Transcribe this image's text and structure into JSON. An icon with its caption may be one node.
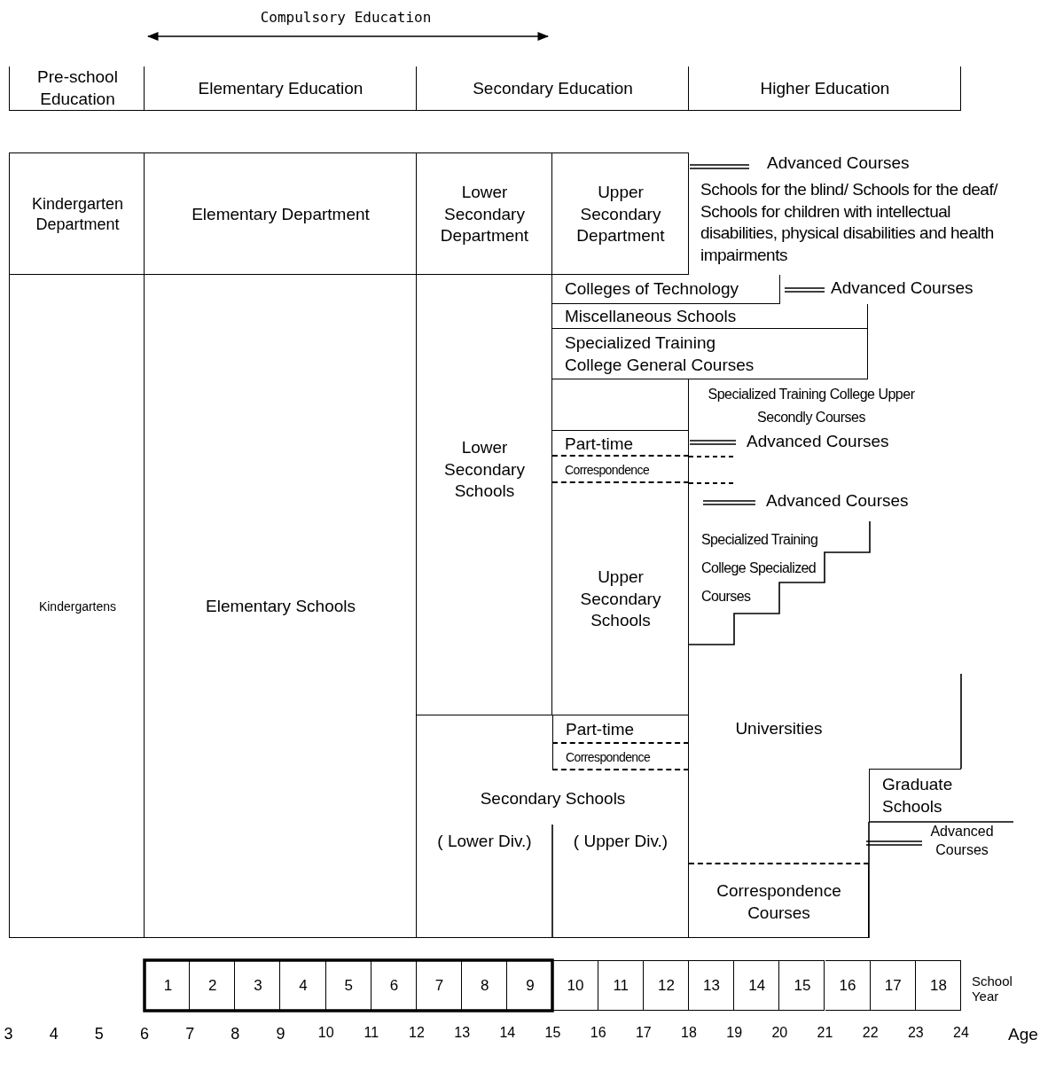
{
  "diagram": {
    "nodes": [
      {
        "text": [
          "Pre-school Education"
        ]
      },
      {
        "text": [
          "Elementary Education"
        ]
      },
      {
        "text": [
          "Secondary Education"
        ]
      },
      {
        "text": [
          "Higher Education"
        ]
      },
      {
        "text": [
          "Kindergarten Department"
        ]
      },
      {
        "text": [
          "Elementary Department"
        ]
      },
      {
        "text": [
          "Lower Secondary Department"
        ]
      },
      {
        "text": [
          "Upper Secondary Department"
        ]
      },
      {
        "text": [
          "Kindergartens"
        ]
      },
      {
        "text": [
          "Elementary Schools"
        ]
      },
      {
        "text": [
          "Lower Secondary Schools"
        ]
      },
      {
        "text": [
          "Colleges of Technology"
        ]
      },
      {
        "text": [
          "Miscellaneous Schools"
        ]
      },
      {
        "text": [
          "Specialized Training College General Courses"
        ]
      },
      {
        "text": [
          "Upper Secondary Schools"
        ]
      },
      {
        "text": [
          "Part-time"
        ],
        "in": 14
      },
      {
        "text": [
          "Correspondence"
        ],
        "in": 14
      },
      {
        "text": [
          "Specialized Training College Specialized Courses"
        ]
      },
      {
        "text": [
          "Universities"
        ]
      },
      {
        "text": [
          "Secondary Schools",
          "( Lower Div.)",
          "( Upper Div.)"
        ]
      },
      {
        "text": [
          "Part-time"
        ],
        "in": 19
      },
      {
        "text": [
          "Correspondence"
        ],
        "in": 19
      },
      {
        "text": [
          "Graduate Schools"
        ]
      },
      {
        "text": [
          "Correspondence Courses"
        ]
      },
      {
        "text": [
          "1"
        ]
      },
      {
        "text": [
          "2"
        ]
      },
      {
        "text": [
          "3"
        ]
      },
      {
        "text": [
          "4"
        ]
      },
      {
        "text": [
          "5"
        ]
      },
      {
        "text": [
          "6"
        ]
      },
      {
        "text": [
          "7"
        ]
      },
      {
        "text": [
          "8"
        ]
      },
      {
        "text": [
          "9"
        ]
      },
      {
        "text": [
          "10"
        ]
      },
      {
        "text": [
          "11"
        ]
      },
      {
        "text": [
          "12"
        ]
      },
      {
        "text": [
          "13"
        ]
      },
      {
        "text": [
          "14"
        ]
      },
      {
        "text": [
          "15"
        ]
      },
      {
        "text": [
          "16"
        ]
      },
      {
        "text": [
          "17"
        ]
      },
      {
        "text": [
          "18"
        ],
        "beside": [
          "School Year"
        ]
      }
    ],
    "labels": [
      "Compulsory Education",
      "Advanced Courses",
      "Schools for the blind/ Schools for the deaf/ Schools for children with intellectual disabilities, physical disabilities and health impairments",
      "Advanced Courses",
      "Specialized Training College Upper Secondly Courses",
      "Advanced Courses",
      "Advanced Courses",
      "Advanced Courses",
      "3",
      "4",
      "5",
      "6",
      "7",
      "8",
      "9",
      "10",
      "11",
      "12",
      "13",
      "14",
      "15",
      "16",
      "17",
      "18",
      "19",
      "20",
      "21",
      "22",
      "23",
      "24",
      "Age"
    ]
  }
}
